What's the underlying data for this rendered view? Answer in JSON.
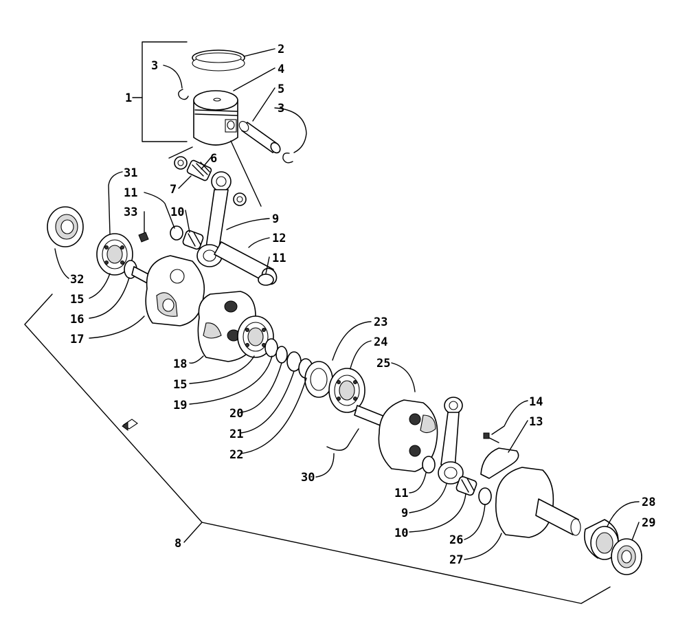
{
  "diagram": {
    "callouts": [
      {
        "id": "c1",
        "text": "1"
      },
      {
        "id": "c2",
        "text": "2"
      },
      {
        "id": "c3a",
        "text": "3"
      },
      {
        "id": "c4",
        "text": "4"
      },
      {
        "id": "c5",
        "text": "5"
      },
      {
        "id": "c3b",
        "text": "3"
      },
      {
        "id": "c6",
        "text": "6"
      },
      {
        "id": "c7",
        "text": "7"
      },
      {
        "id": "c31",
        "text": "31"
      },
      {
        "id": "c11a",
        "text": "11"
      },
      {
        "id": "c33",
        "text": "33"
      },
      {
        "id": "c10a",
        "text": "10"
      },
      {
        "id": "c9a",
        "text": "9"
      },
      {
        "id": "c12",
        "text": "12"
      },
      {
        "id": "c11b",
        "text": "11"
      },
      {
        "id": "c32",
        "text": "32"
      },
      {
        "id": "c15a",
        "text": "15"
      },
      {
        "id": "c16",
        "text": "16"
      },
      {
        "id": "c17",
        "text": "17"
      },
      {
        "id": "c23",
        "text": "23"
      },
      {
        "id": "c24",
        "text": "24"
      },
      {
        "id": "c25",
        "text": "25"
      },
      {
        "id": "c18",
        "text": "18"
      },
      {
        "id": "c15b",
        "text": "15"
      },
      {
        "id": "c19",
        "text": "19"
      },
      {
        "id": "c20",
        "text": "20"
      },
      {
        "id": "c21",
        "text": "21"
      },
      {
        "id": "c22",
        "text": "22"
      },
      {
        "id": "c14",
        "text": "14"
      },
      {
        "id": "c13",
        "text": "13"
      },
      {
        "id": "c30",
        "text": "30"
      },
      {
        "id": "c11c",
        "text": "11"
      },
      {
        "id": "c9b",
        "text": "9"
      },
      {
        "id": "c10b",
        "text": "10"
      },
      {
        "id": "c26",
        "text": "26"
      },
      {
        "id": "c27",
        "text": "27"
      },
      {
        "id": "c28",
        "text": "28"
      },
      {
        "id": "c29",
        "text": "29"
      },
      {
        "id": "c8",
        "text": "8"
      }
    ]
  }
}
